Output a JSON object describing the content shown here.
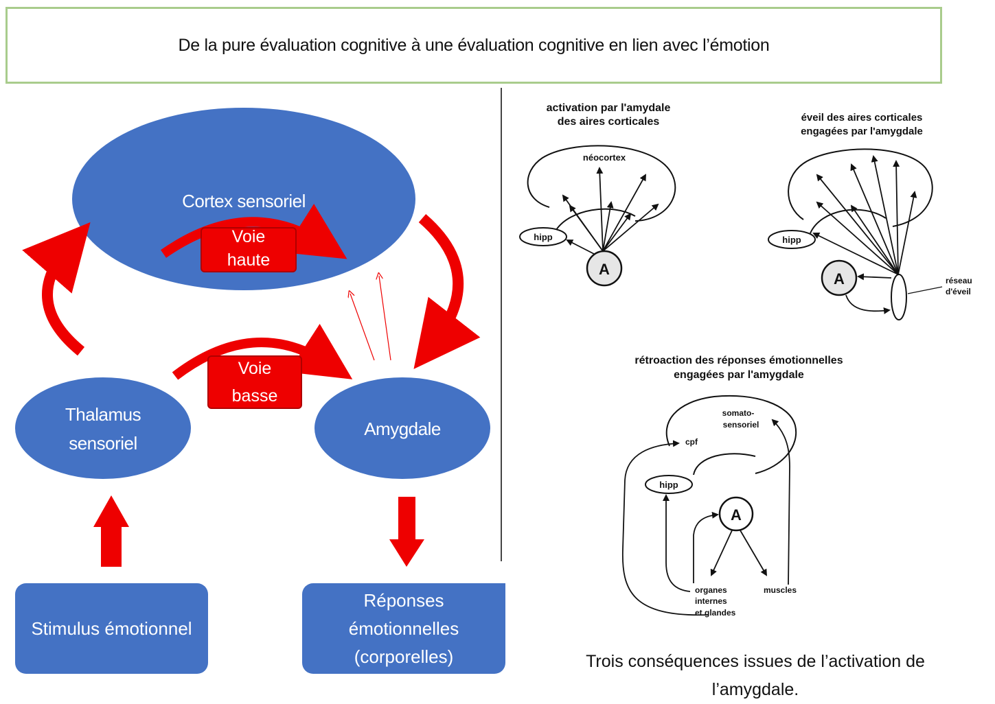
{
  "title": "De la pure évaluation cognitive à une évaluation cognitive en lien avec l’émotion",
  "left_diagram": {
    "cortex": "Cortex sensoriel",
    "voie_haute": [
      "Voie",
      "haute"
    ],
    "voie_basse": [
      "Voie",
      "basse"
    ],
    "thalamus": [
      "Thalamus",
      "sensoriel"
    ],
    "amygdale": "Amygdale",
    "stimulus": "Stimulus émotionnel",
    "reponses": [
      "Réponses",
      "émotionnelles",
      "(corporelles)"
    ],
    "colors": {
      "blue": "#4472c4",
      "red": "#ee0000"
    }
  },
  "right_figure": {
    "panel1": {
      "title": [
        "activation par l'amydale",
        "des aires corticales"
      ],
      "neocortex": "néocortex",
      "hipp": "hipp",
      "a": "A"
    },
    "panel2": {
      "title": [
        "éveil des aires corticales",
        "engagées par l'amygdale"
      ],
      "hipp": "hipp",
      "a": "A",
      "reseau": [
        "réseau",
        "d'éveil"
      ]
    },
    "panel3": {
      "title": [
        "rétroaction des réponses émotionnelles",
        "engagées par l'amygdale"
      ],
      "somato": [
        "somato-",
        "sensoriel"
      ],
      "cpf": "cpf",
      "hipp": "hipp",
      "a": "A",
      "organes": [
        "organes",
        "internes",
        "et glandes"
      ],
      "muscles": "muscles"
    }
  },
  "caption": [
    "Trois conséquences issues de l’activation de",
    "l’amygdale."
  ]
}
